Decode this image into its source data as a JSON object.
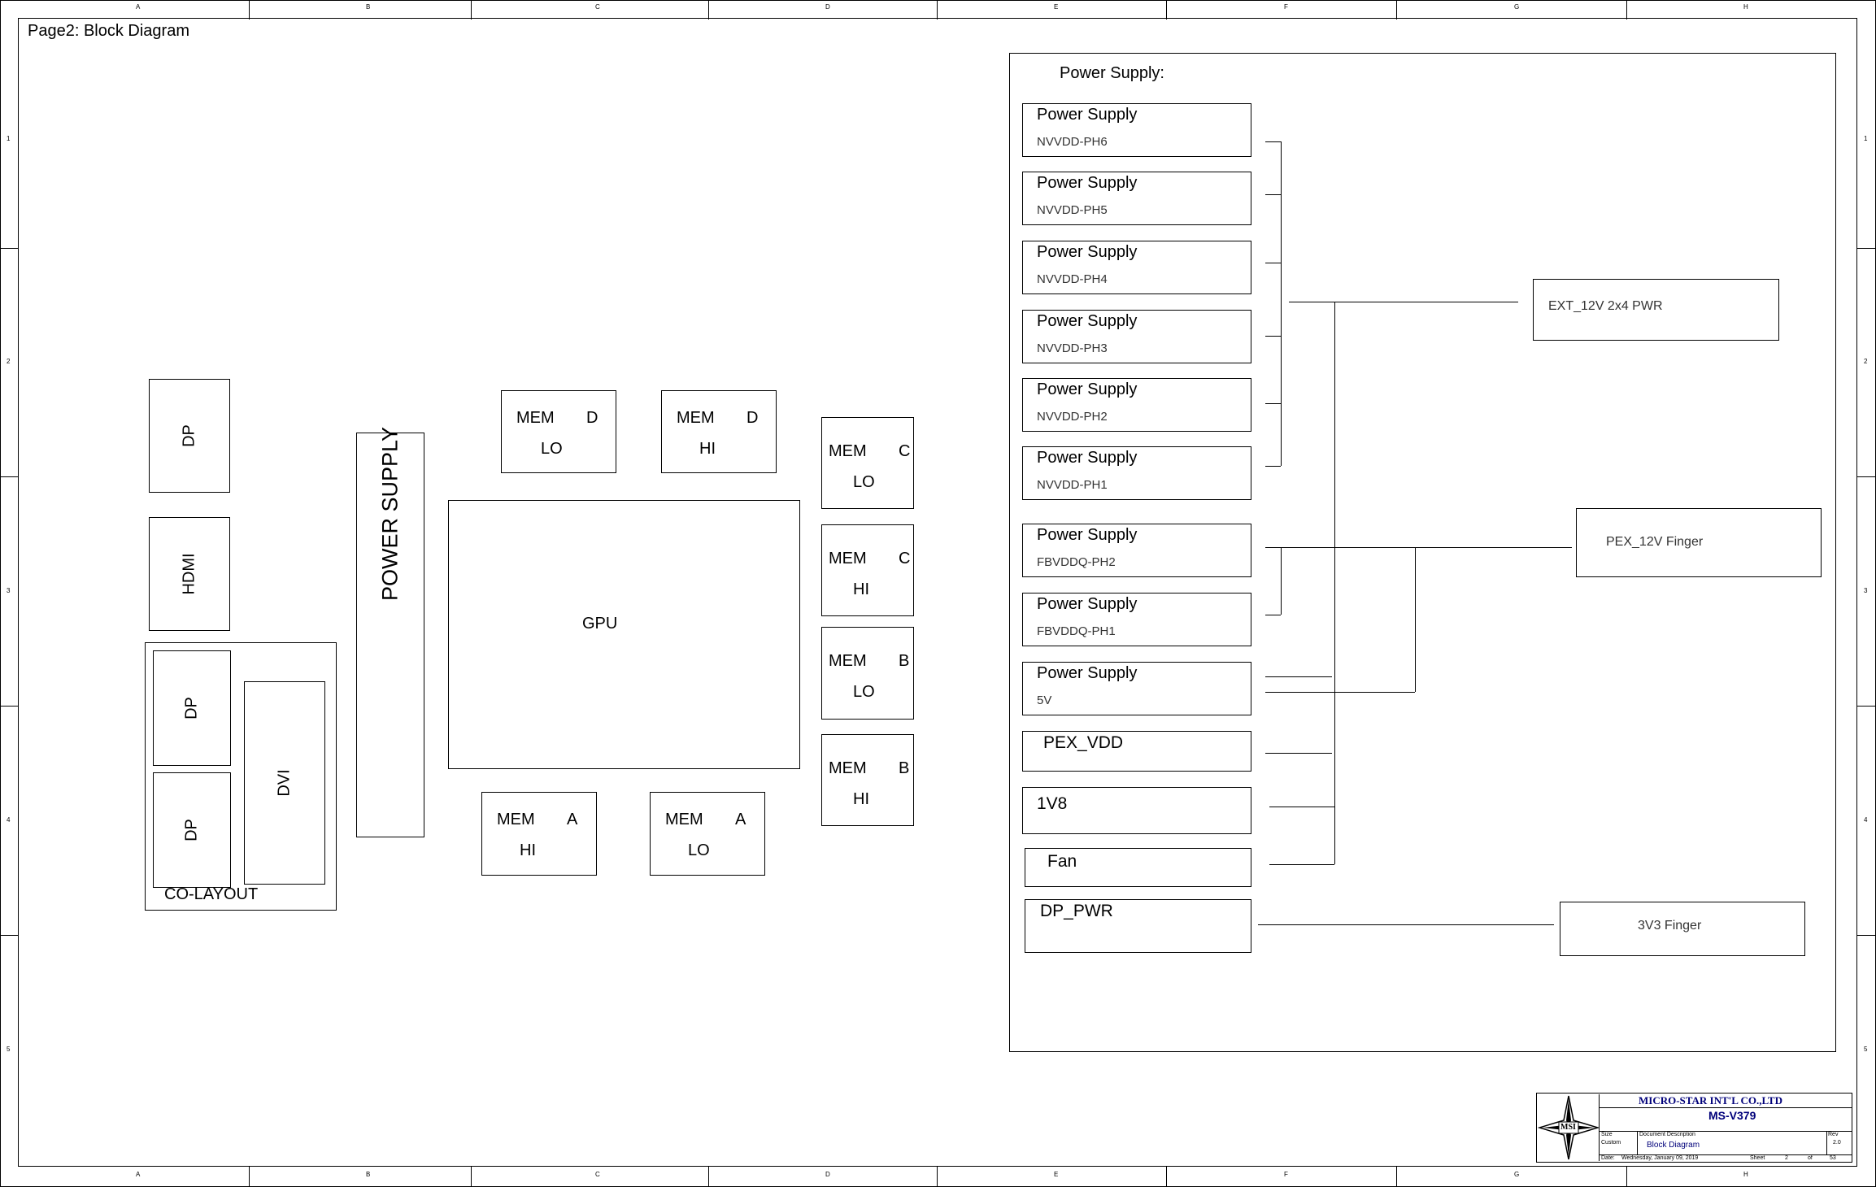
{
  "page_title": "Page2: Block Diagram",
  "zones": {
    "columns": [
      "A",
      "B",
      "C",
      "D",
      "E",
      "F",
      "G",
      "H"
    ],
    "rows": [
      "1",
      "2",
      "3",
      "4",
      "5"
    ]
  },
  "left": {
    "dp1": "DP",
    "hdmi": "HDMI",
    "dp2": "DP",
    "dp3": "DP",
    "dvi": "DVI",
    "colayout": "CO-LAYOUT",
    "power_supply": "POWER SUPPLY",
    "gpu": "GPU",
    "mem": {
      "d_lo": [
        "MEM",
        "D",
        "LO"
      ],
      "d_hi": [
        "MEM",
        "D",
        "HI"
      ],
      "c_lo": [
        "MEM",
        "C",
        "LO"
      ],
      "c_hi": [
        "MEM",
        "C",
        "HI"
      ],
      "b_lo": [
        "MEM",
        "B",
        "LO"
      ],
      "b_hi": [
        "MEM",
        "B",
        "HI"
      ],
      "a_hi": [
        "MEM",
        "A",
        "HI"
      ],
      "a_lo": [
        "MEM",
        "A",
        "LO"
      ]
    }
  },
  "power": {
    "heading": "Power Supply:",
    "supplies": [
      {
        "title": "Power Supply",
        "sub": "NVVDD-PH6"
      },
      {
        "title": "Power Supply",
        "sub": "NVVDD-PH5"
      },
      {
        "title": "Power Supply",
        "sub": "NVVDD-PH4"
      },
      {
        "title": "Power Supply",
        "sub": "NVVDD-PH3"
      },
      {
        "title": "Power Supply",
        "sub": "NVVDD-PH2"
      },
      {
        "title": "Power Supply",
        "sub": "NVVDD-PH1"
      },
      {
        "title": "Power Supply",
        "sub": "FBVDDQ-PH2"
      },
      {
        "title": "Power Supply",
        "sub": "FBVDDQ-PH1"
      },
      {
        "title": "Power Supply",
        "sub": "5V"
      }
    ],
    "pex_vdd": "PEX_VDD",
    "v1v8": "1V8",
    "fan": "Fan",
    "dp_pwr": "DP_PWR",
    "ext12v": "EXT_12V 2x4 PWR",
    "pex12v": "PEX_12V Finger",
    "v3v3": "3V3 Finger"
  },
  "title_block": {
    "company": "MICRO-STAR INT'L CO.,LTD",
    "model": "MS-V379",
    "logo_text": "MSI",
    "size_label": "Size",
    "size_value": "Custom",
    "doc_label": "Document Description",
    "doc_value": "Block Diagram",
    "rev_label": "Rev",
    "rev_value": "2.0",
    "date_label": "Date:",
    "date_value": "Wednesday, January 09, 2019",
    "sheet_label": "Sheet",
    "sheet_value": "2",
    "of_label": "of",
    "of_value": "53"
  }
}
